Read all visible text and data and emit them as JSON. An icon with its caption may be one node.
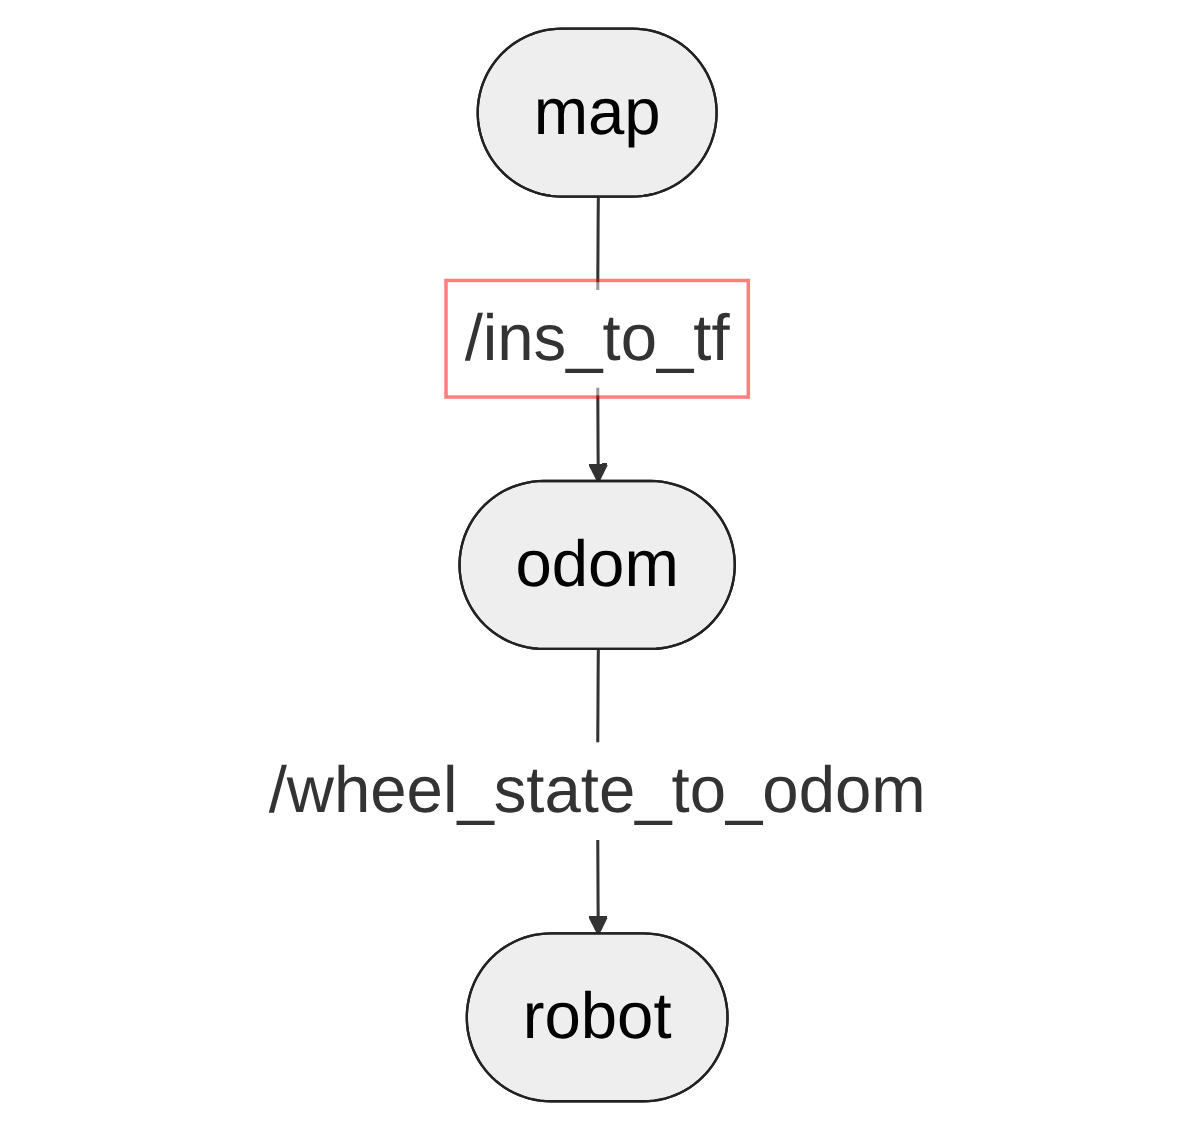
{
  "diagram": {
    "nodes": [
      {
        "text": [
          "map"
        ]
      },
      {
        "text": [
          "odom"
        ]
      },
      {
        "text": [
          "robot"
        ]
      }
    ],
    "edges": [
      {
        "from": 0,
        "to": 1,
        "arrow": "to",
        "label": "/ins_to_tf"
      },
      {
        "from": 1,
        "to": 2,
        "arrow": "to",
        "label": "/wheel_state_to_odom"
      }
    ]
  }
}
